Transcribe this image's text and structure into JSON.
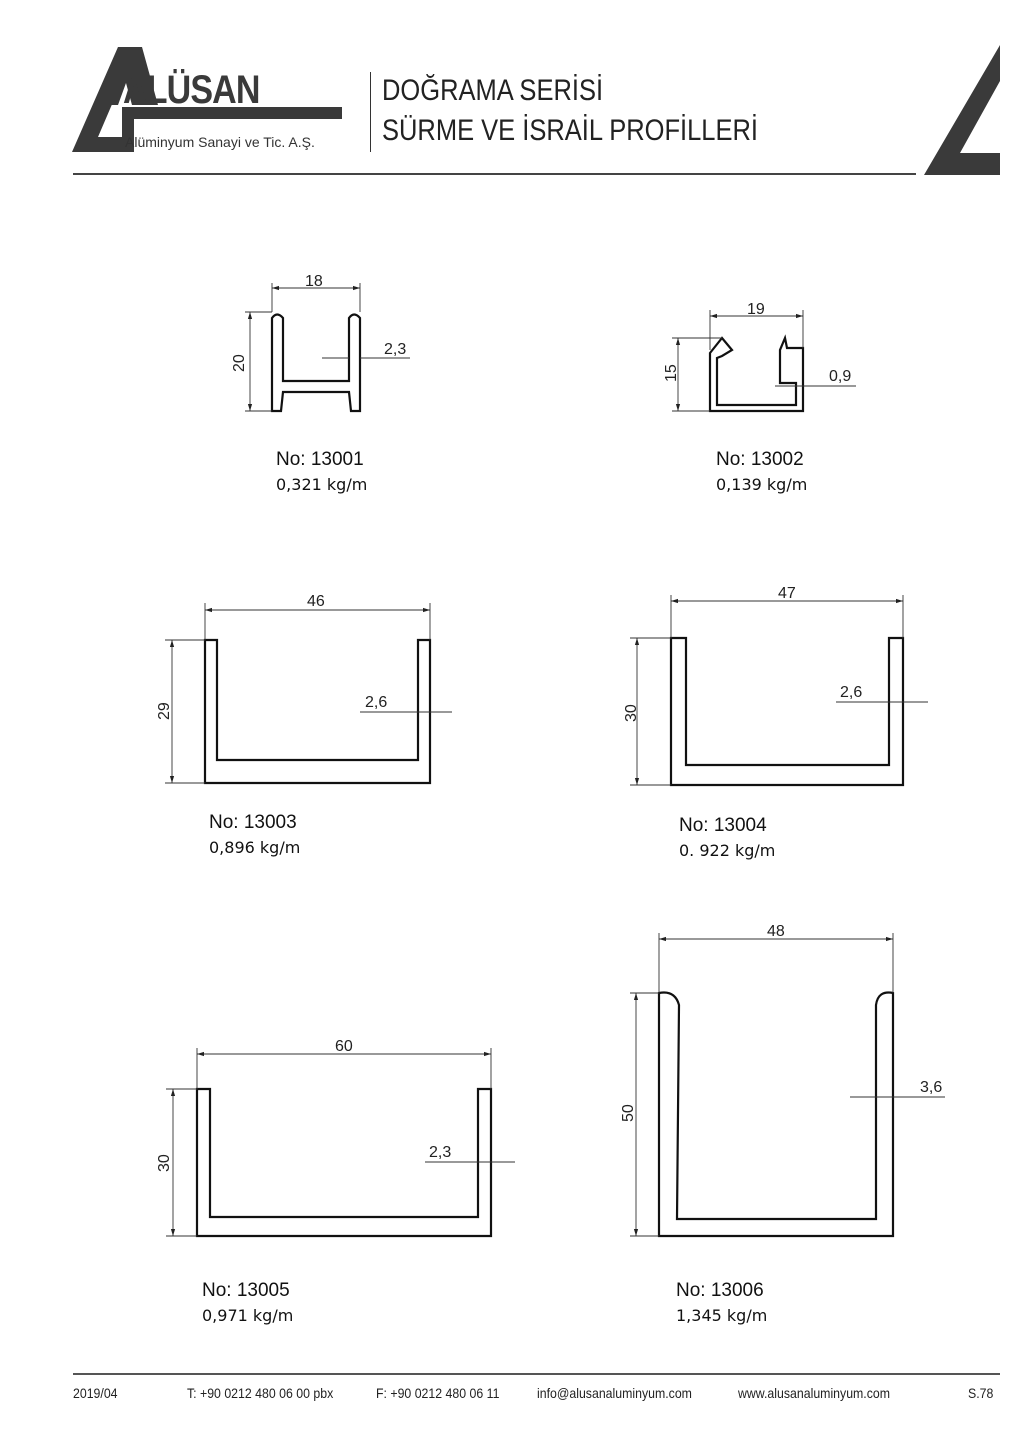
{
  "header": {
    "brand": "ALÜSAN",
    "company": "Alüminyum Sanayi ve Tic. A.Ş.",
    "title_line1": "DOĞRAMA SERİSİ",
    "title_line2": "SÜRME VE İSRAİL PROFİLLERİ"
  },
  "profiles": [
    {
      "no": "No: 13001",
      "weight": "0,321 kg/m",
      "width": "18",
      "height": "20",
      "thickness": "2,3"
    },
    {
      "no": "No: 13002",
      "weight": "0,139 kg/m",
      "width": "19",
      "height": "15",
      "thickness": "0,9"
    },
    {
      "no": "No: 13003",
      "weight": "0,896 kg/m",
      "width": "46",
      "height": "29",
      "thickness": "2,6"
    },
    {
      "no": "No: 13004",
      "weight": "0. 922 kg/m",
      "width": "47",
      "height": "30",
      "thickness": "2,6"
    },
    {
      "no": "No: 13005",
      "weight": "0,971 kg/m",
      "width": "60",
      "height": "30",
      "thickness": "2,3"
    },
    {
      "no": "No: 13006",
      "weight": "1,345 kg/m",
      "width": "48",
      "height": "50",
      "thickness": "3,6"
    }
  ],
  "footer": {
    "date": "2019/04",
    "phone": "T: +90 0212 480 06 00 pbx",
    "fax": "F: +90 0212 480 06 11",
    "email": "info@alusanaluminyum.com",
    "website": "www.alusanaluminyum.com",
    "page": "S.78"
  }
}
